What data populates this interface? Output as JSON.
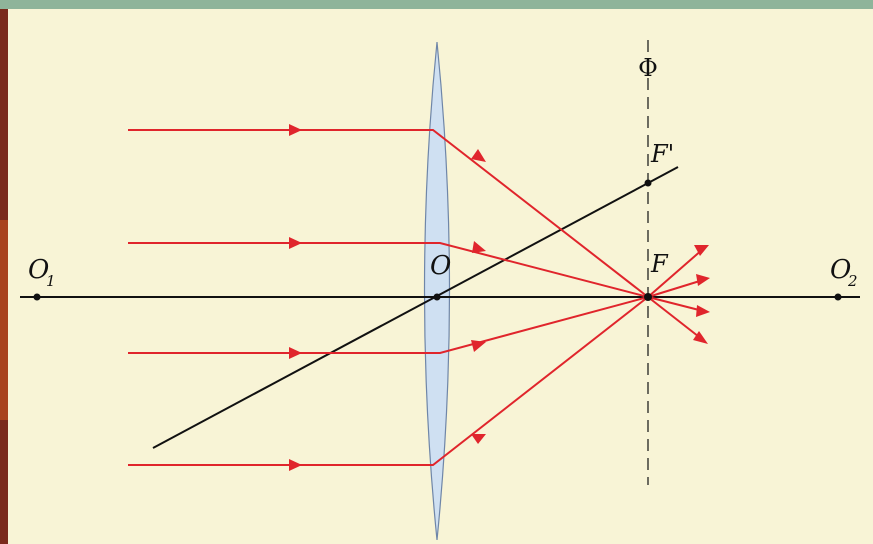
{
  "labels": {
    "o1": "O",
    "o1_sub": "1",
    "o2": "O",
    "o2_sub": "2",
    "center": "O",
    "focus": "F",
    "secondary_focus": "F'",
    "focal_plane": "Φ"
  },
  "colors": {
    "background": "#f8f4d6",
    "top_band": "#8fb49a",
    "left_band": "#7a2a1c",
    "ray": "#e0252c",
    "axis": "#111111",
    "lens_fill": "#cfe0f2",
    "lens_stroke": "#6f86a8"
  }
}
